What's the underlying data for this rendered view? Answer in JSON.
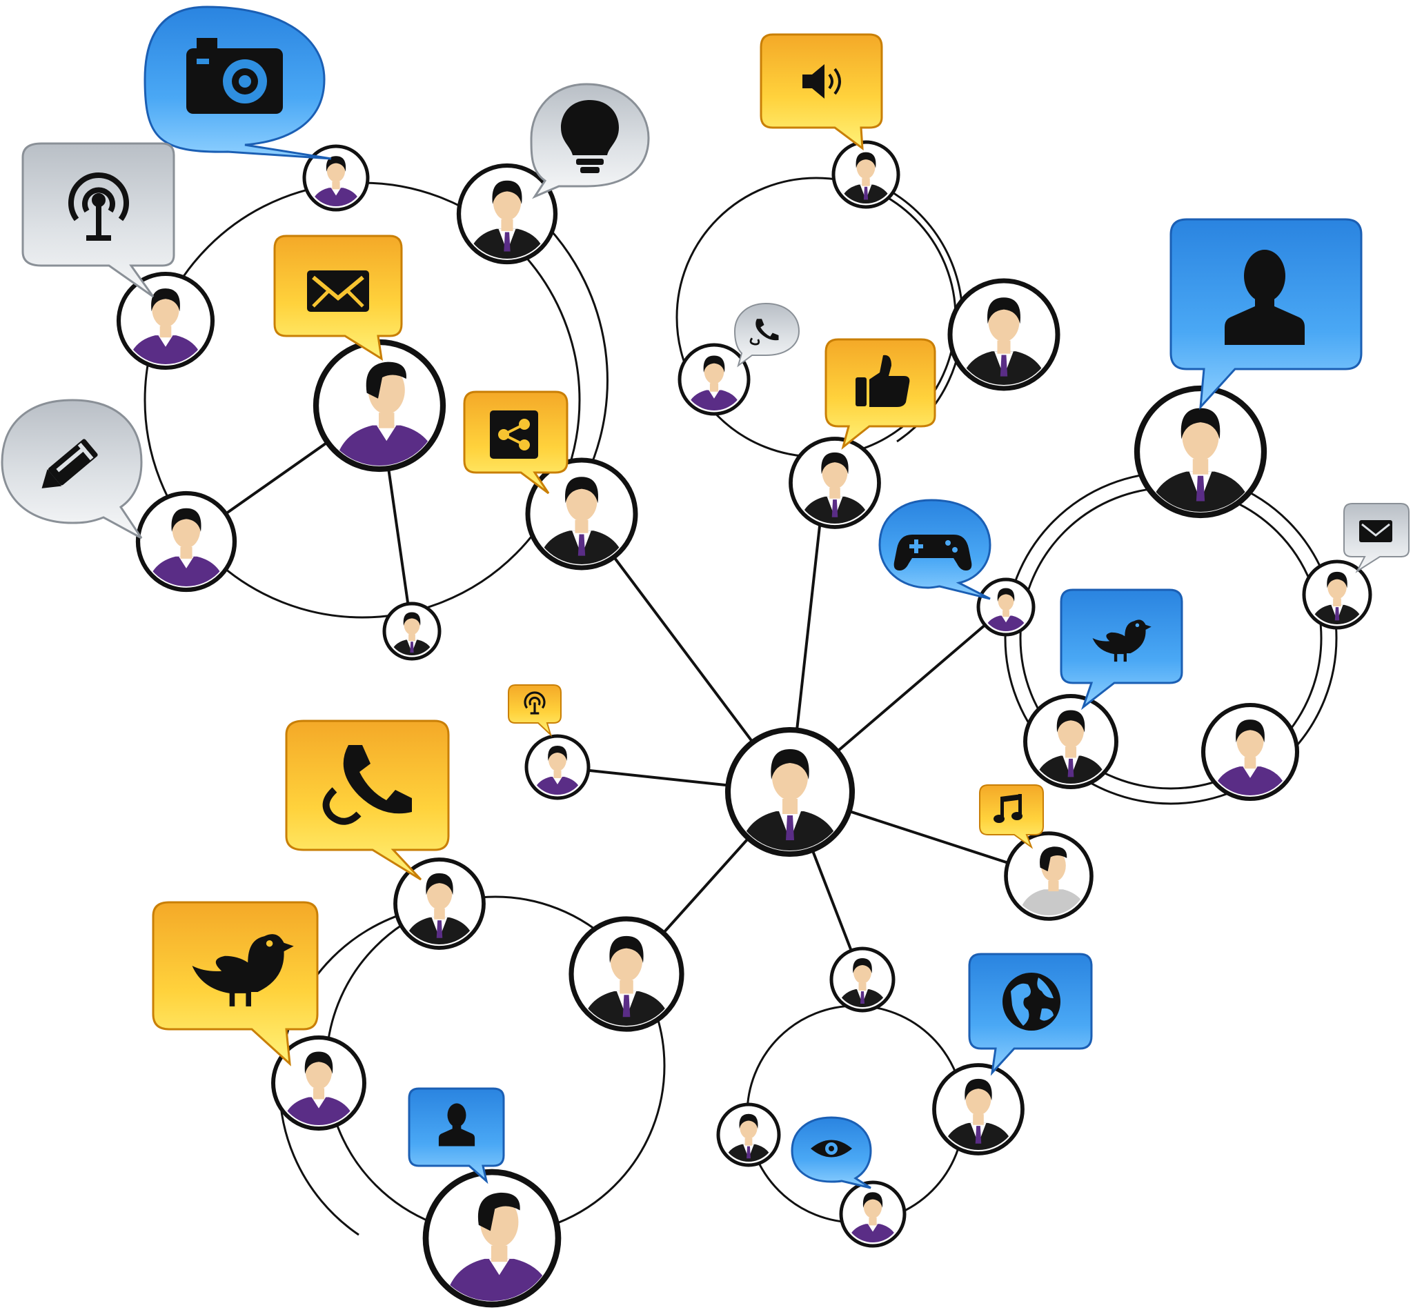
{
  "theme": {
    "background": "#ffffff",
    "line": "#111111",
    "shirt_purple": "#5a2d86",
    "suit": "#1a1a1a",
    "skin": "#f2cfa6",
    "hair": "#111111",
    "bubble_colors": {
      "yellow": [
        "#fff06a",
        "#f3b221",
        "#d1880a"
      ],
      "blue": [
        "#7ec8ff",
        "#2f8fe0",
        "#1b5fb4"
      ],
      "gray": [
        "#f4f6f8",
        "#c7ccd2",
        "#8a9097"
      ]
    }
  },
  "network": {
    "hub": "person-center",
    "clusters": [
      {
        "id": "top-left",
        "members": [
          "person-tl-1",
          "person-tl-2",
          "person-tl-3",
          "person-tl-4",
          "person-tl-5",
          "person-tl-6",
          "person-tl-7"
        ]
      },
      {
        "id": "top-middle",
        "members": [
          "person-tm-1",
          "person-tm-2",
          "person-tm-3",
          "person-tm-4"
        ]
      },
      {
        "id": "right",
        "members": [
          "person-r-1",
          "person-r-2",
          "person-r-3",
          "person-r-4",
          "person-r-5"
        ]
      },
      {
        "id": "bottom-left",
        "members": [
          "person-bl-1",
          "person-bl-2",
          "person-bl-3",
          "person-bl-4"
        ]
      },
      {
        "id": "bottom-right",
        "members": [
          "person-br-1",
          "person-br-2",
          "person-br-3",
          "person-br-4"
        ]
      }
    ],
    "bubbles": [
      {
        "id": "camera-bubble",
        "icon": "camera-icon",
        "color": "blue"
      },
      {
        "id": "podcast-bubble",
        "icon": "podcast-icon",
        "color": "gray"
      },
      {
        "id": "bulb-bubble",
        "icon": "lightbulb-icon",
        "color": "gray"
      },
      {
        "id": "mail-bubble",
        "icon": "mail-icon",
        "color": "yellow"
      },
      {
        "id": "pencil-bubble",
        "icon": "pencil-icon",
        "color": "gray"
      },
      {
        "id": "share-bubble",
        "icon": "share-icon",
        "color": "yellow"
      },
      {
        "id": "speaker-bubble",
        "icon": "speaker-icon",
        "color": "yellow"
      },
      {
        "id": "phone-small-bubble",
        "icon": "phone-icon",
        "color": "gray"
      },
      {
        "id": "thumbsup-bubble",
        "icon": "thumbs-up-icon",
        "color": "yellow"
      },
      {
        "id": "user-bubble",
        "icon": "user-silhouette-icon",
        "color": "blue"
      },
      {
        "id": "gamepad-bubble",
        "icon": "gamepad-icon",
        "color": "blue"
      },
      {
        "id": "mail-small-bubble",
        "icon": "mail-icon",
        "color": "gray"
      },
      {
        "id": "bird-bubble",
        "icon": "bird-icon",
        "color": "blue"
      },
      {
        "id": "podcast-small-bubble",
        "icon": "podcast-icon",
        "color": "yellow"
      },
      {
        "id": "music-bubble",
        "icon": "music-note-icon",
        "color": "yellow"
      },
      {
        "id": "phone-bubble",
        "icon": "phone-icon",
        "color": "yellow"
      },
      {
        "id": "bird-big-bubble",
        "icon": "bird-icon",
        "color": "yellow"
      },
      {
        "id": "user-small-bubble",
        "icon": "user-silhouette-icon",
        "color": "blue"
      },
      {
        "id": "globe-bubble",
        "icon": "globe-icon",
        "color": "blue"
      },
      {
        "id": "eye-bubble",
        "icon": "eye-icon",
        "color": "blue"
      }
    ]
  }
}
